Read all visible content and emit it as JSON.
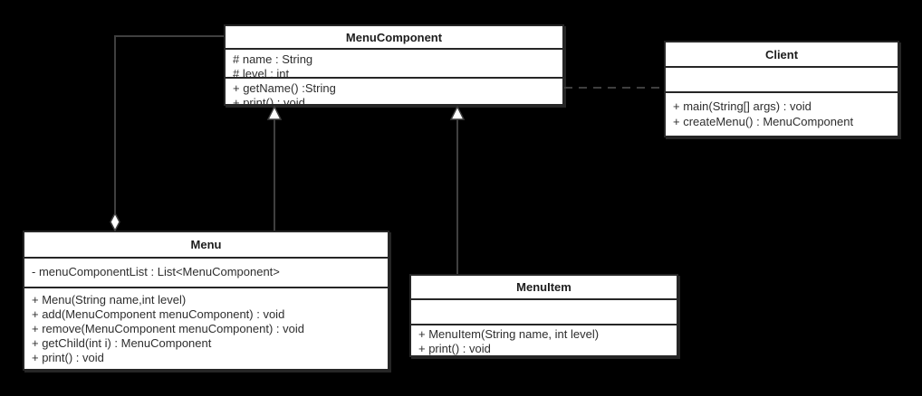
{
  "diagram": {
    "type": "uml-class-diagram",
    "background_color": "#000000",
    "box_fill_color": "#ffffff",
    "box_border_color": "#262626",
    "connector_color": "#3f3f3f",
    "text_color": "#2e2e2e"
  },
  "classes": {
    "menu_component": {
      "name": "MenuComponent",
      "attributes": [
        "# name : String",
        "# level : int"
      ],
      "methods": [
        "+ getName() :String",
        "+ print() : void"
      ]
    },
    "client": {
      "name": "Client",
      "attributes": [],
      "methods": [
        "+ main(String[] args) : void",
        "+ createMenu() : MenuComponent"
      ]
    },
    "menu": {
      "name": "Menu",
      "attributes": [
        "- menuComponentList : List<MenuComponent>"
      ],
      "methods": [
        "+ Menu(String name,int level)",
        "+ add(MenuComponent menuComponent) : void",
        "+ remove(MenuComponent menuComponent) : void",
        "+ getChild(int i) : MenuComponent",
        "+ print() : void"
      ]
    },
    "menu_item": {
      "name": "MenuItem",
      "attributes": [],
      "methods": [
        "+ MenuItem(String name, int level)",
        "+ print() : void"
      ]
    }
  },
  "relationships": [
    {
      "type": "aggregation",
      "whole": "Menu",
      "part": "MenuComponent",
      "line": "solid",
      "marker": "hollow-diamond"
    },
    {
      "type": "generalization",
      "child": "Menu",
      "parent": "MenuComponent",
      "line": "solid",
      "marker": "hollow-triangle"
    },
    {
      "type": "generalization",
      "child": "MenuItem",
      "parent": "MenuComponent",
      "line": "solid",
      "marker": "hollow-triangle"
    },
    {
      "type": "dependency",
      "from": "Client",
      "to": "MenuComponent",
      "line": "dashed",
      "marker": "none"
    }
  ]
}
